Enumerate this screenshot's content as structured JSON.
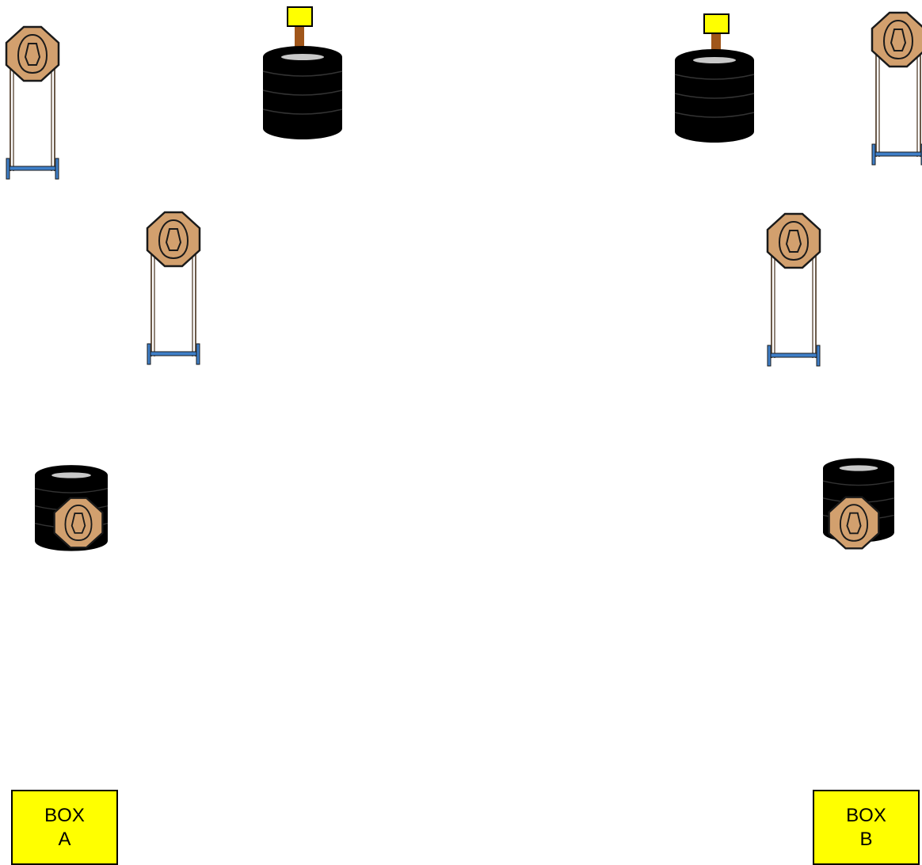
{
  "colors": {
    "target_fill": "#d2a06e",
    "target_stroke": "#1a1a1a",
    "stand_frame": "#3f7fc8",
    "tire": "#000000",
    "tire_rim": "#c8c8c8",
    "flag": "#ffff00",
    "flag_pole": "#a0561a",
    "box_fill": "#ffff00"
  },
  "boxes": [
    {
      "line1": "BOX",
      "line2": "A"
    },
    {
      "line1": "BOX",
      "line2": "B"
    }
  ],
  "objects": {
    "standing_targets": 4,
    "tire_stacks_with_flag": 2,
    "tire_stacks_with_target": 2
  }
}
